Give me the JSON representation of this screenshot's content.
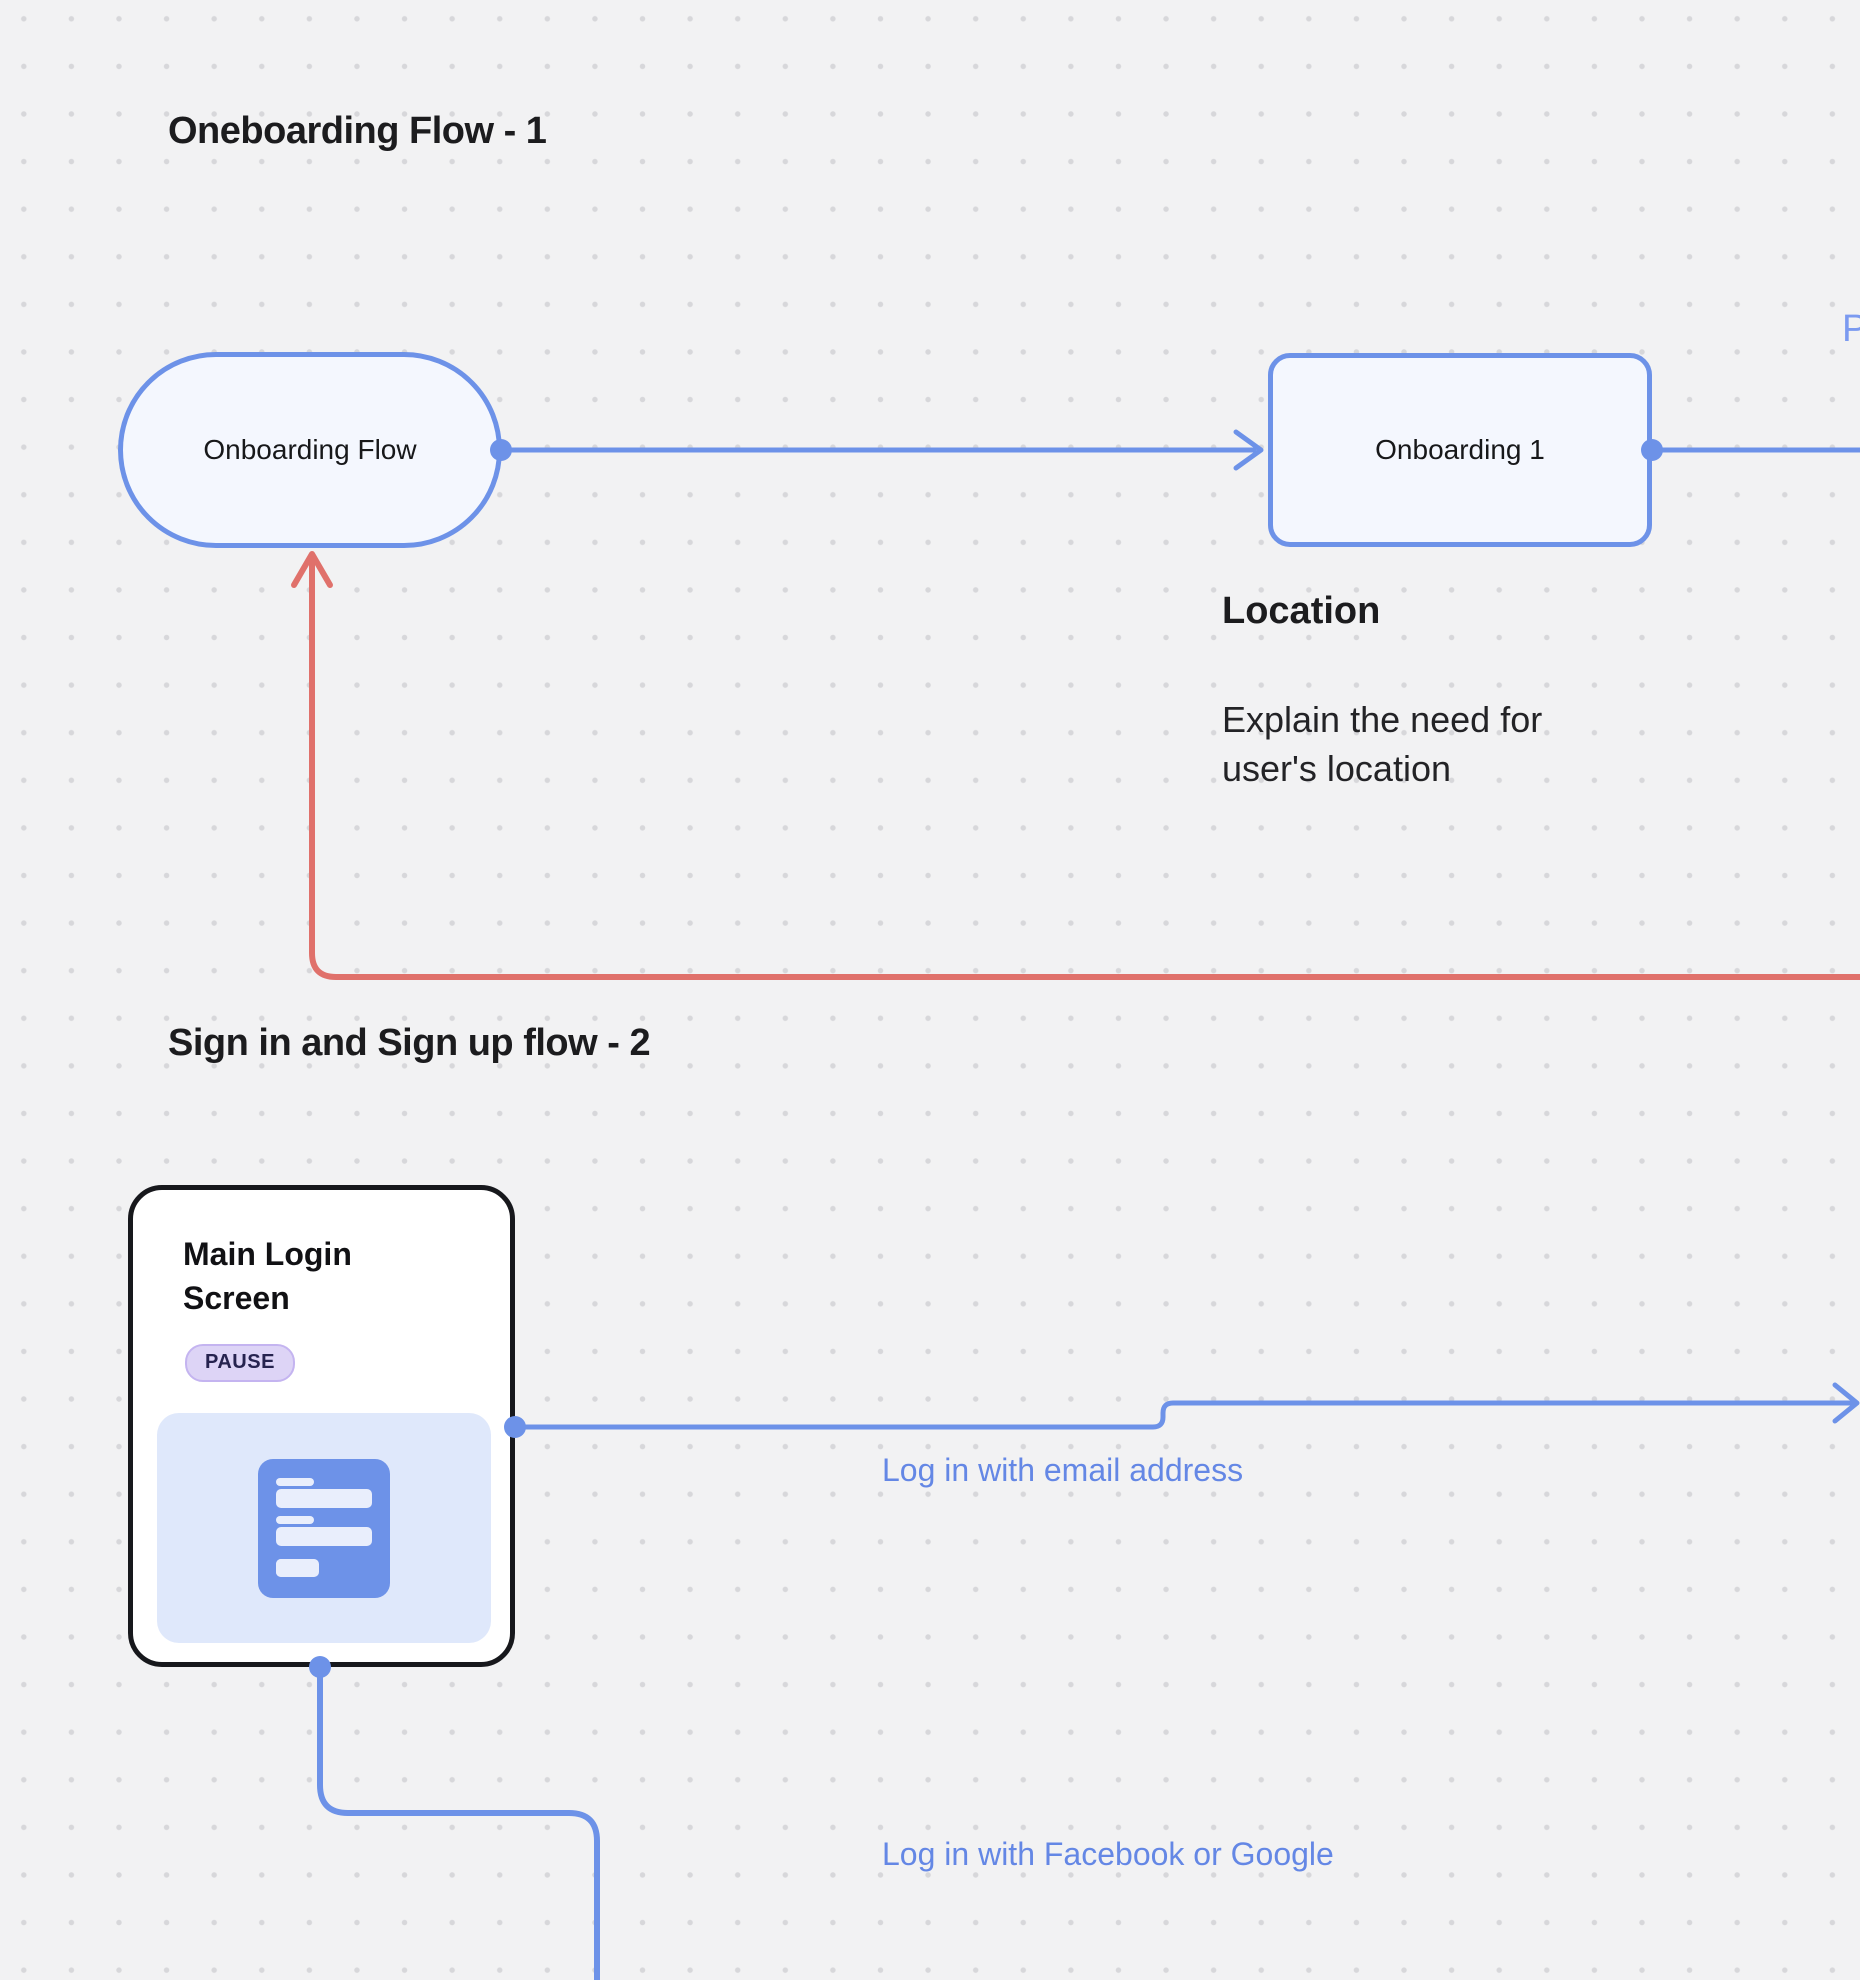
{
  "canvas": {
    "background": "#f2f2f3",
    "grid_dot_color": "#d7d7da"
  },
  "colors": {
    "connector_blue": "#6d92e8",
    "connector_red": "#e0716b",
    "label_text_blue": "#6487e5",
    "node_fill": "#f4f7fe",
    "card_border": "#17181c",
    "badge_bg": "#ddd4f6",
    "badge_border": "#c4b4f0",
    "badge_text": "#26234f",
    "heading_text": "#1c1c1e"
  },
  "sections": {
    "flow1": {
      "title": "Oneboarding Flow - 1"
    },
    "flow2": {
      "title": "Sign in and Sign up flow - 2"
    }
  },
  "nodes": {
    "onboarding_flow": {
      "label": "Onboarding Flow",
      "shape": "pill"
    },
    "onboarding_1": {
      "label": "Onboarding 1",
      "shape": "rounded-rect"
    }
  },
  "annotation": {
    "heading": "Location",
    "body": "Explain the need for user's location"
  },
  "card": {
    "title": "Main Login Screen",
    "badge": "PAUSE",
    "thumbnail_icon": "login-form-icon"
  },
  "connector_labels": {
    "email": "Log in with email address",
    "social": "Log in with Facebook or Google"
  },
  "partial_label": {
    "text": "P"
  }
}
